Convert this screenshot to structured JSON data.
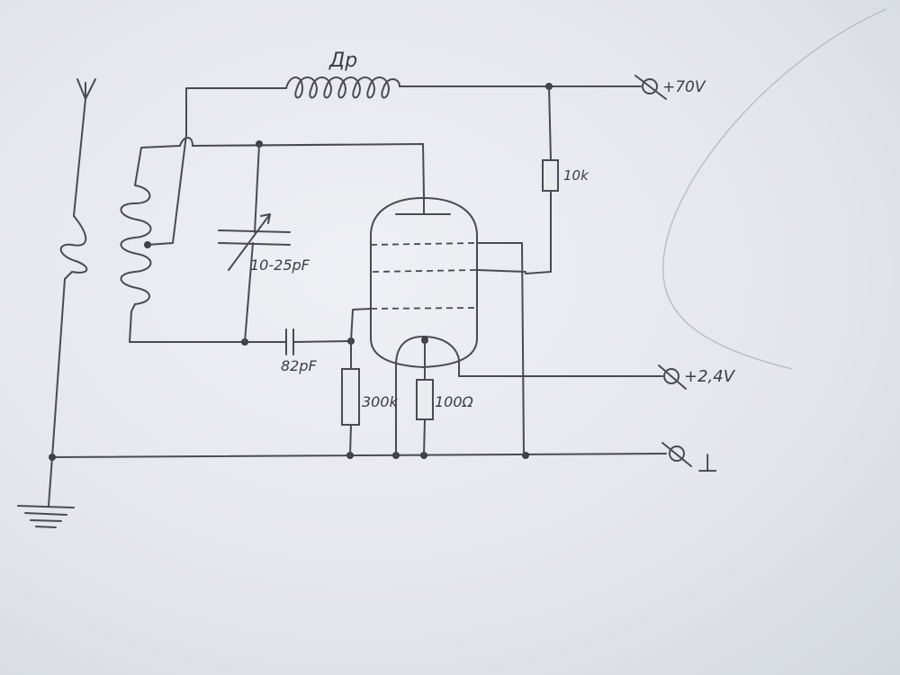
{
  "labels": {
    "choke": "Др",
    "vplus70": "+70V",
    "r10k": "10k",
    "cvar": "10-25pF",
    "c82": "82pF",
    "r300k": "300k",
    "r100": "100Ω",
    "vplus24": "+2,4V",
    "ground": "⊥"
  },
  "colors": {
    "paper": "#e3e6ec",
    "ink": "#4a4b52"
  }
}
